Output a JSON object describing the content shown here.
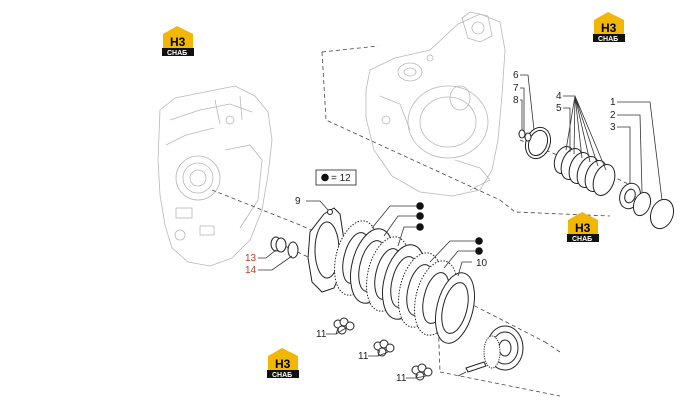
{
  "logo": {
    "mark": "H3",
    "sub": "CHAБ",
    "color": "#f2b705"
  },
  "legend": {
    "text": "= 12"
  },
  "labels": {
    "p1": "1",
    "p2": "2",
    "p3": "3",
    "p4": "4",
    "p5": "5",
    "p6": "6",
    "p7": "7",
    "p8": "8",
    "p9": "9",
    "p10": "10",
    "p11a": "11",
    "p11b": "11",
    "p11c": "11",
    "p12": "12",
    "p13": "13",
    "p14": "14"
  }
}
